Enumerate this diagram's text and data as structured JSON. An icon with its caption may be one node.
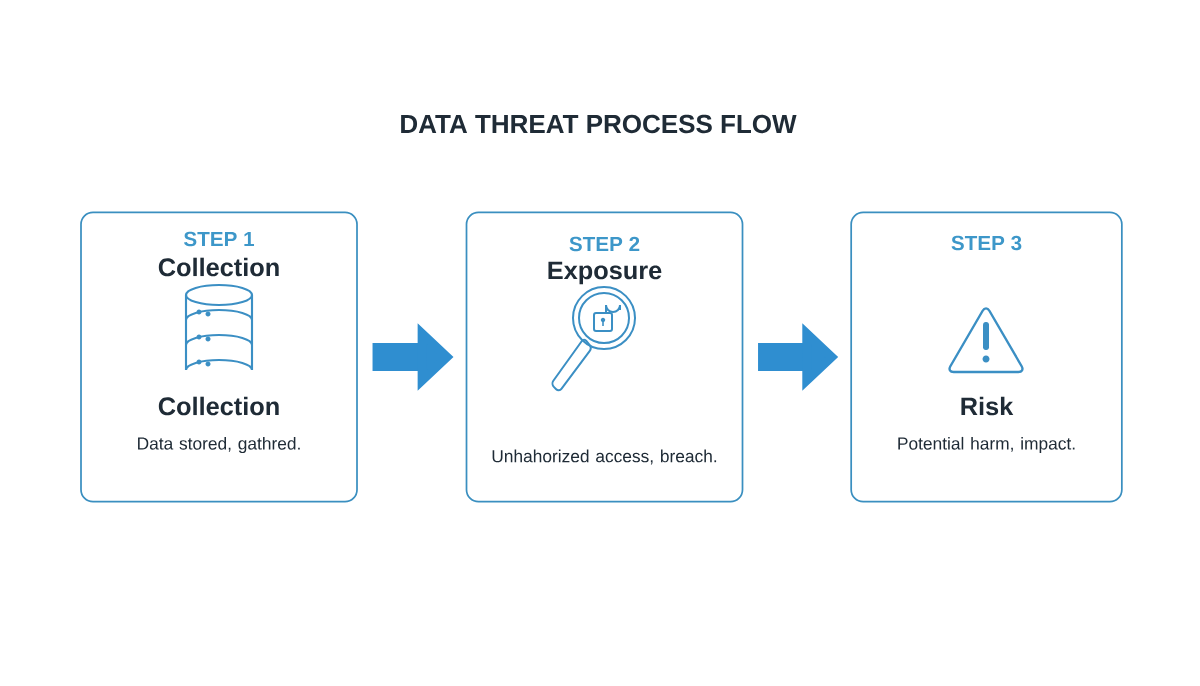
{
  "diagram": {
    "title": "DATA THREAT PROCESS FLOW",
    "nodes": [
      {
        "text": [
          "STEP 1",
          "Collection",
          "Collection",
          "Data stored, gathred."
        ]
      },
      {
        "text": [
          "STEP 2",
          "Exposure",
          "Unhahorized access, breach."
        ]
      },
      {
        "text": [
          "STEP 3",
          "Risk",
          "Potential harm, impact."
        ]
      }
    ],
    "edges": [
      {
        "from": 0,
        "to": 1,
        "arrow": "to"
      },
      {
        "from": 1,
        "to": 2,
        "arrow": "to"
      }
    ]
  }
}
